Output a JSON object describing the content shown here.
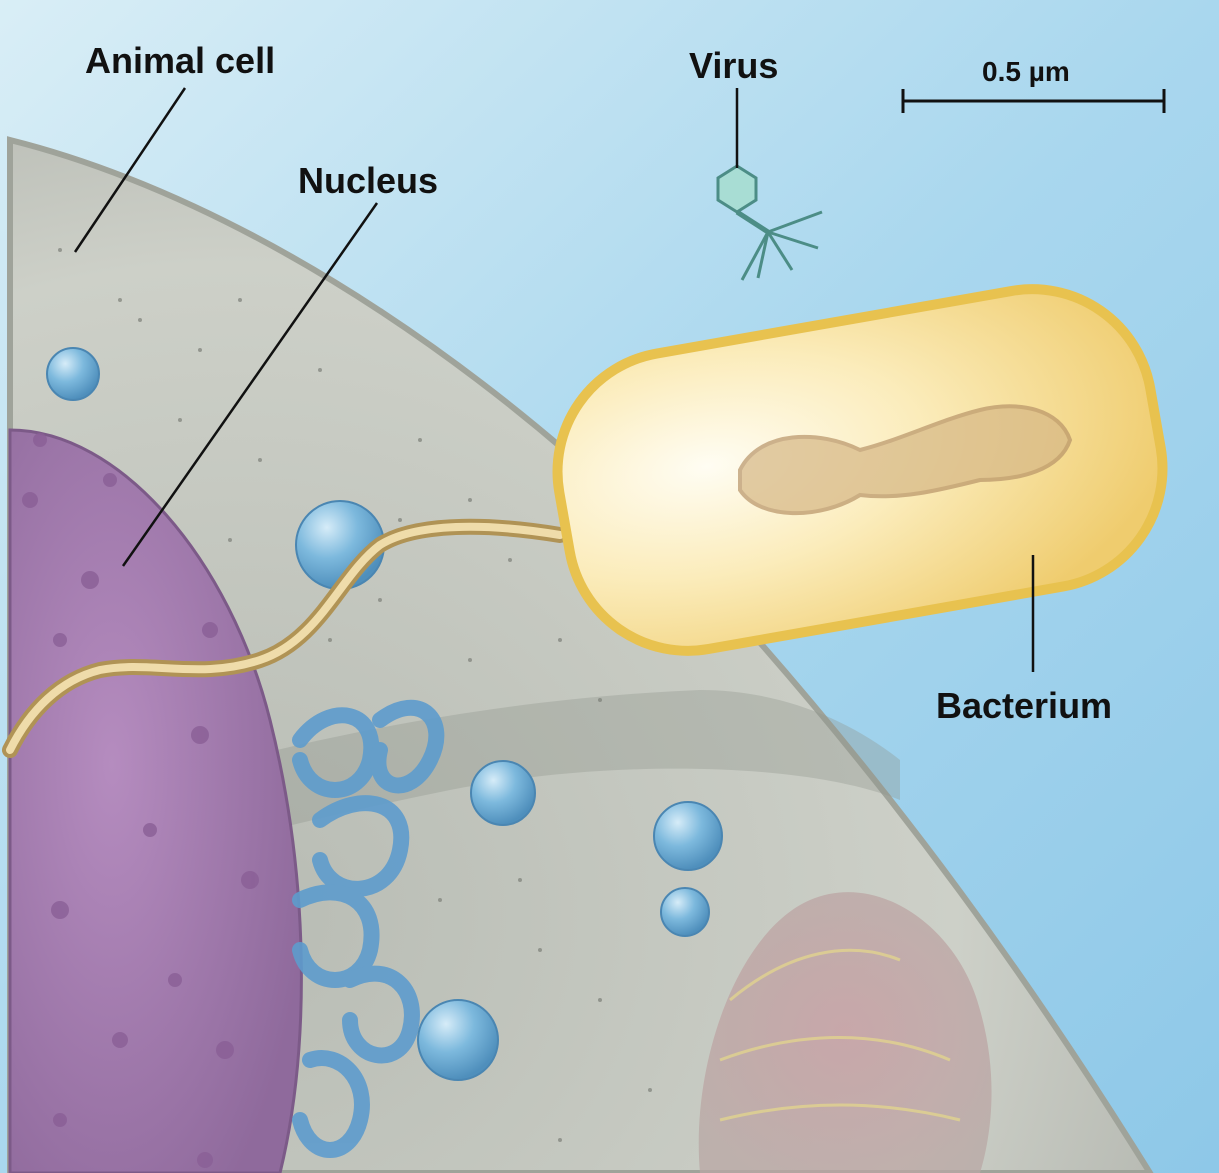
{
  "labels": {
    "animal_cell": "Animal cell",
    "nucleus": "Nucleus",
    "virus": "Virus",
    "bacterium": "Bacterium"
  },
  "scale_bar": {
    "text": "0.5 µm"
  },
  "colors": {
    "background_sky": "#bfe0ef",
    "cell_cytoplasm": "#c9ccc4",
    "nucleus": "#a67fb0",
    "organelle_blue": "#5fa3cf",
    "bacterium_body": "#f6e2a0",
    "flagellum": "#d8c08a",
    "virus": "#7ac6bb"
  }
}
